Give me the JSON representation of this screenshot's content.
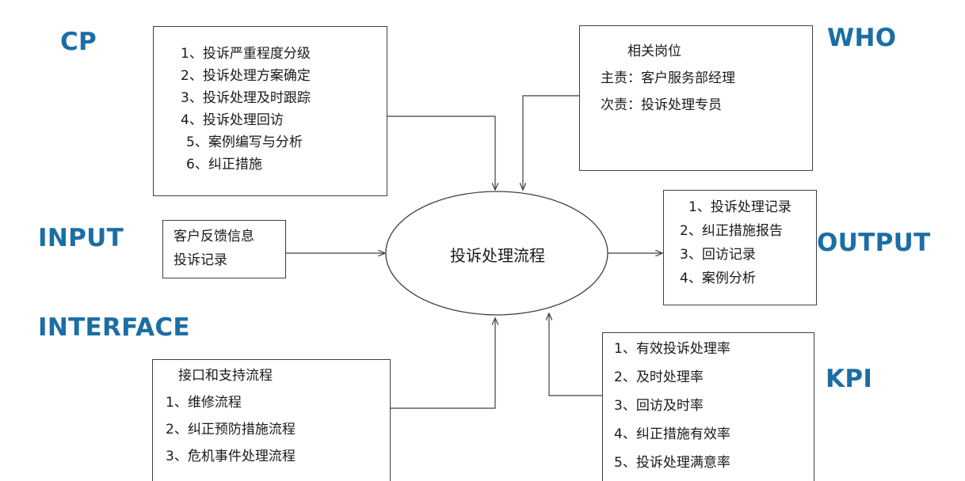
{
  "diagram": {
    "center": {
      "label": "投诉处理流程"
    },
    "tags": {
      "cp": "CP",
      "who": "WHO",
      "input": "INPUT",
      "output": "OUTPUT",
      "interface": "INTERFACE",
      "kpi": "KPI"
    },
    "accent_color": "#1b6ea5",
    "line_color": "#3f3f3f",
    "cp_box": {
      "lines": [
        "1、投诉严重程度分级",
        "2、投诉处理方案确定",
        "3、投诉处理及时跟踪",
        "4、投诉处理回访",
        "5、案例编写与分析",
        "6、纠正措施"
      ]
    },
    "who_box": {
      "lines": [
        "相关岗位",
        "主责：客户服务部经理",
        "次责：投诉处理专员"
      ]
    },
    "input_box": {
      "lines": [
        "客户反馈信息",
        "投诉记录"
      ]
    },
    "output_box": {
      "lines": [
        "1、投诉处理记录",
        "2、纠正措施报告",
        "3、回访记录",
        "4、案例分析"
      ]
    },
    "interface_box": {
      "lines": [
        "接口和支持流程",
        "1、维修流程",
        "2、纠正预防措施流程",
        "3、危机事件处理流程"
      ]
    },
    "kpi_box": {
      "lines": [
        "1、有效投诉处理率",
        "2、及时处理率",
        "3、回访及时率",
        "4、纠正措施有效率",
        "5、投诉处理满意率"
      ]
    }
  }
}
